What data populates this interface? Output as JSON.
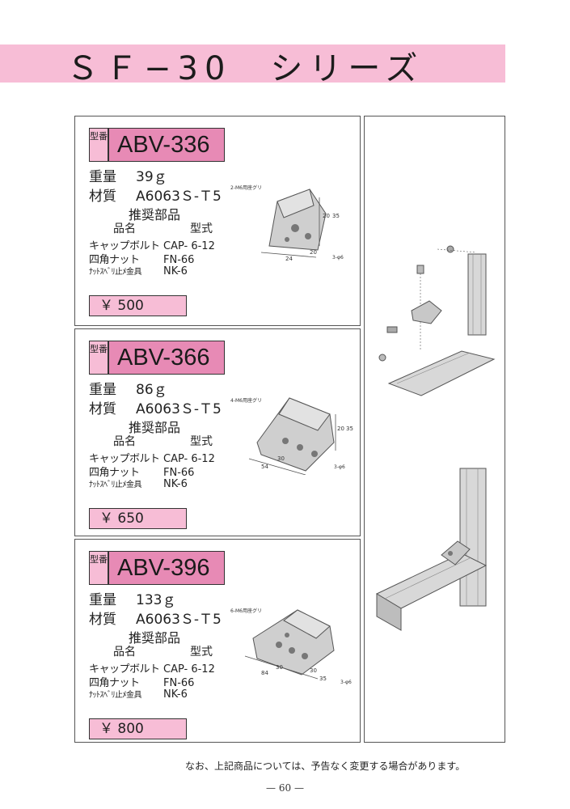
{
  "header": {
    "title": "ＳＦ−30　シリーズ"
  },
  "products": [
    {
      "model_tag": "型番",
      "model": "ABV-336",
      "weight_label": "重量",
      "weight": "39ｇ",
      "material_label": "材質",
      "material": "A6063Ｓ-Ｔ5",
      "recommended_title": "推奨部品",
      "col_name": "品名",
      "col_model": "型式",
      "parts": [
        {
          "name": "キャップボルト",
          "model": "CAP- 6-12"
        },
        {
          "name": "四角ナット",
          "model": "FN-66"
        },
        {
          "name": "ﾅｯﾄｽﾍﾞﾘ止ﾒ金具",
          "model": "NK-6"
        }
      ],
      "price": "￥ 500",
      "dims": {
        "note": "2-M6用座グリ",
        "a": "24",
        "b": "20",
        "c": "35",
        "d": "20",
        "e": "3-φ6"
      }
    },
    {
      "model_tag": "型番",
      "model": "ABV-366",
      "weight_label": "重量",
      "weight": "86ｇ",
      "material_label": "材質",
      "material": "A6063Ｓ-Ｔ5",
      "recommended_title": "推奨部品",
      "col_name": "品名",
      "col_model": "型式",
      "parts": [
        {
          "name": "キャップボルト",
          "model": "CAP- 6-12"
        },
        {
          "name": "四角ナット",
          "model": "FN-66"
        },
        {
          "name": "ﾅｯﾄｽﾍﾞﾘ止ﾒ金具",
          "model": "NK-6"
        }
      ],
      "price": "￥ 650",
      "dims": {
        "note": "4-M6用座グリ",
        "a": "54",
        "b": "30",
        "c": "20",
        "d": "35",
        "e": "3-φ6"
      }
    },
    {
      "model_tag": "型番",
      "model": "ABV-396",
      "weight_label": "重量",
      "weight": "133ｇ",
      "material_label": "材質",
      "material": "A6063Ｓ-Ｔ5",
      "recommended_title": "推奨部品",
      "col_name": "品名",
      "col_model": "型式",
      "parts": [
        {
          "name": "キャップボルト",
          "model": "CAP- 6-12"
        },
        {
          "name": "四角ナット",
          "model": "FN-66"
        },
        {
          "name": "ﾅｯﾄｽﾍﾞﾘ止ﾒ金具",
          "model": "NK-6"
        }
      ],
      "price": "￥ 800",
      "dims": {
        "note": "6-M6用座グリ",
        "a": "84",
        "b": "30",
        "c": "30",
        "d": "35",
        "e": "3-φ6"
      }
    }
  ],
  "footnote": "なお、上記商品については、予告なく変更する場合があります。",
  "page_number": "— 60 —",
  "colors": {
    "pink_light": "#f7bdd6",
    "pink_dark": "#e78ab5"
  }
}
